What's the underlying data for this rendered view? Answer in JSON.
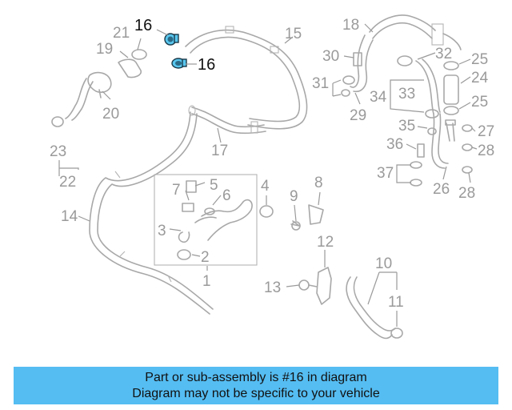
{
  "callouts": {
    "c1": "1",
    "c2": "2",
    "c3": "3",
    "c4": "4",
    "c5": "5",
    "c6": "6",
    "c7": "7",
    "c8": "8",
    "c9": "9",
    "c10": "10",
    "c11": "11",
    "c12": "12",
    "c13": "13",
    "c14": "14",
    "c15": "15",
    "c16a": "16",
    "c16b": "16",
    "c17": "17",
    "c18": "18",
    "c19": "19",
    "c20": "20",
    "c21": "21",
    "c22": "22",
    "c23": "23",
    "c24": "24",
    "c25a": "25",
    "c25b": "25",
    "c26": "26",
    "c27": "27",
    "c28a": "28",
    "c28b": "28",
    "c29": "29",
    "c30": "30",
    "c31": "31",
    "c32": "32",
    "c33": "33",
    "c34": "34",
    "c35": "35",
    "c36": "36",
    "c37": "37"
  },
  "highlight_color": "#58c6ee",
  "banner": {
    "line1": "Part or sub-assembly is #16 in diagram",
    "line2": "Diagram may not be specific to your vehicle",
    "color": "#55bdf2"
  }
}
